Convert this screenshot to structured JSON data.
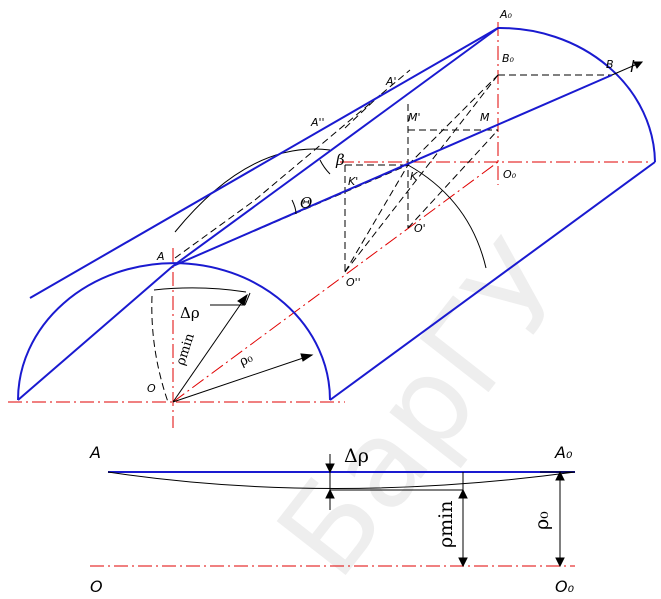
{
  "colors": {
    "outline": "#1a1ad0",
    "axis": "#e00000",
    "line": "#000000"
  },
  "top_labels": {
    "A0": "A₀",
    "B0": "B₀",
    "B": "B",
    "l": "l",
    "A1": "A'",
    "A2": "A''",
    "M1": "M'",
    "M": "M",
    "beta": "β",
    "theta": "Θ",
    "K": "K",
    "K1": "K'",
    "O0": "O₀",
    "O1": "O'",
    "O2": "O''",
    "A": "A",
    "drho": "Δρ",
    "rho_min": "ρmin",
    "rho0": "ρ₀",
    "O": "O"
  },
  "bottom_labels": {
    "A": "A",
    "A0": "A₀",
    "drho": "Δρ",
    "rho_min": "ρmin",
    "rho0": "ρ₀",
    "O": "O",
    "O0": "O₀"
  },
  "watermark": "БарГУ"
}
